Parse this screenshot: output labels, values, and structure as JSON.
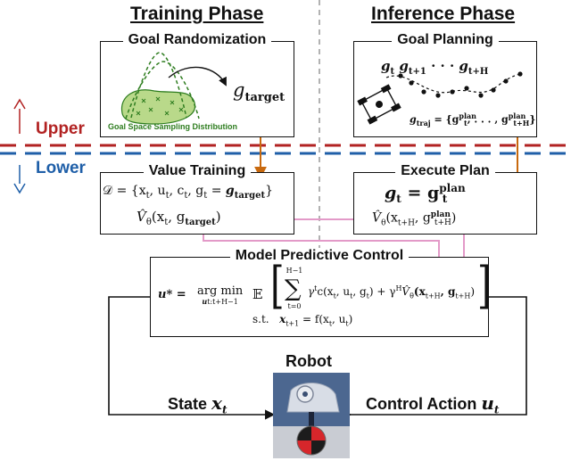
{
  "phases": {
    "training": "Training Phase",
    "inference": "Inference Phase"
  },
  "levels": {
    "upper": "Upper",
    "lower": "Lower"
  },
  "boxes": {
    "goal_randomization": {
      "title": "Goal Randomization",
      "g_target": "g",
      "g_target_sub": "target",
      "dist_caption": "Goal Space Sampling Distribution"
    },
    "goal_planning": {
      "title": "Goal Planning",
      "seq": [
        "g",
        "g",
        "· · ·",
        "g"
      ],
      "seq_sub": [
        "t",
        "t+1",
        "",
        "t+H"
      ],
      "traj": "g",
      "traj_sub": "traj",
      "traj_eq": "= {g",
      "traj_sup1": "plan",
      "traj_sub1": "t",
      "traj_mid": ", . . . , g",
      "traj_sup2": "plan",
      "traj_sub2": "t+H",
      "traj_end": "}"
    },
    "value_training": {
      "title": "Value Training",
      "dataset": "𝒟 = {x",
      "dataset_rest": ", u",
      "dataset_rest2": ", c",
      "dataset_rest3": ", g",
      "dataset_eq": " = ",
      "dataset_g": "g",
      "dataset_target": "target",
      "dataset_close": "}",
      "value_fn": "V̂",
      "value_theta": "θ",
      "value_args": "(x",
      "value_args2": ", g",
      "value_target": "target",
      "value_close": ")"
    },
    "execute_plan": {
      "title": "Execute Plan",
      "g": "g",
      "g_sub": "t",
      "eq": " = g",
      "g_sup": "plan",
      "g_sub2": "t",
      "value_fn": "V̂",
      "value_theta": "θ",
      "value_args": "(x",
      "value_sub": "t+H",
      "value_args2": ", g",
      "value_sup": "plan",
      "value_sub2": "t+H",
      "value_close": ")"
    },
    "mpc": {
      "title": "Model Predictive Control",
      "lhs": "u* = ",
      "argmin": "arg min",
      "argmin_sub": "u",
      "argmin_sub_range": "t:t+H−1",
      "expect": "𝔼",
      "sum_top": "H−1",
      "sum_bottom": "t=0",
      "gamma_term": "γ",
      "gamma_t": "t",
      "cost": "c(x",
      "cost_rest": ", u",
      "cost_rest2": ", g",
      "cost_close": ") + γ",
      "gamma_H": "H",
      "v_hat": "V̂",
      "theta": "θ",
      "v_args": "(x",
      "v_sub": "t+H",
      "v_args2": ", g",
      "v_sub2": "t+H",
      "v_close": ")",
      "st": "s.t.",
      "dyn_lhs": "x",
      "dyn_lhs_sub": "t+1",
      "dyn_eq": " = f(x",
      "dyn_rest": ", u",
      "dyn_close": ")"
    }
  },
  "robot": {
    "title": "Robot",
    "state_label": "State ",
    "state_var": "x",
    "state_sub": "t",
    "action_label": "Control Action ",
    "action_var": "u",
    "action_sub": "t"
  },
  "colors": {
    "upper": "#b22222",
    "lower": "#1f5fa8",
    "orange": "#c8690e",
    "pink": "#e39ac8",
    "green": "#2e7d1f",
    "black": "#111111"
  }
}
